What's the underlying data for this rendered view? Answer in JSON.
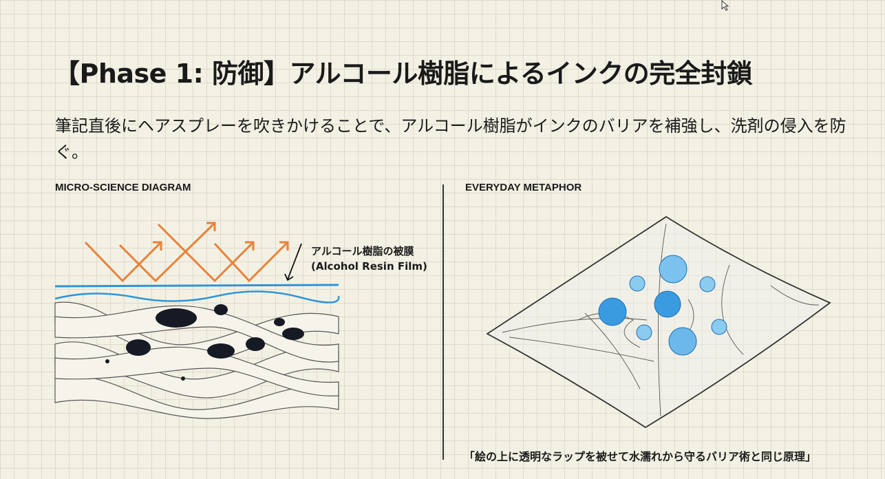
{
  "slide": {
    "title": "【Phase 1: 防御】アルコール樹脂によるインクの完全封鎖",
    "description": "筆記直後にヘアスプレーを吹きかけることで、アルコール樹脂がインクのバリアを補強し、洗剤の侵入を防ぐ。"
  },
  "left_panel": {
    "heading": "MICRO-SCIENCE DIAGRAM",
    "film_label_ja": "アルコール樹脂の被膜",
    "film_label_en": "(Alcohol Resin Film)"
  },
  "right_panel": {
    "heading": "EVERYDAY METAPHOR",
    "caption": "「絵の上に透明なラップを被せて水濡れから守るバリア術と同じ原理」"
  },
  "colors": {
    "arrow": "#e8823a",
    "film": "#2f95d6",
    "droplet": "#3a9be0",
    "ink": "#151a24"
  }
}
